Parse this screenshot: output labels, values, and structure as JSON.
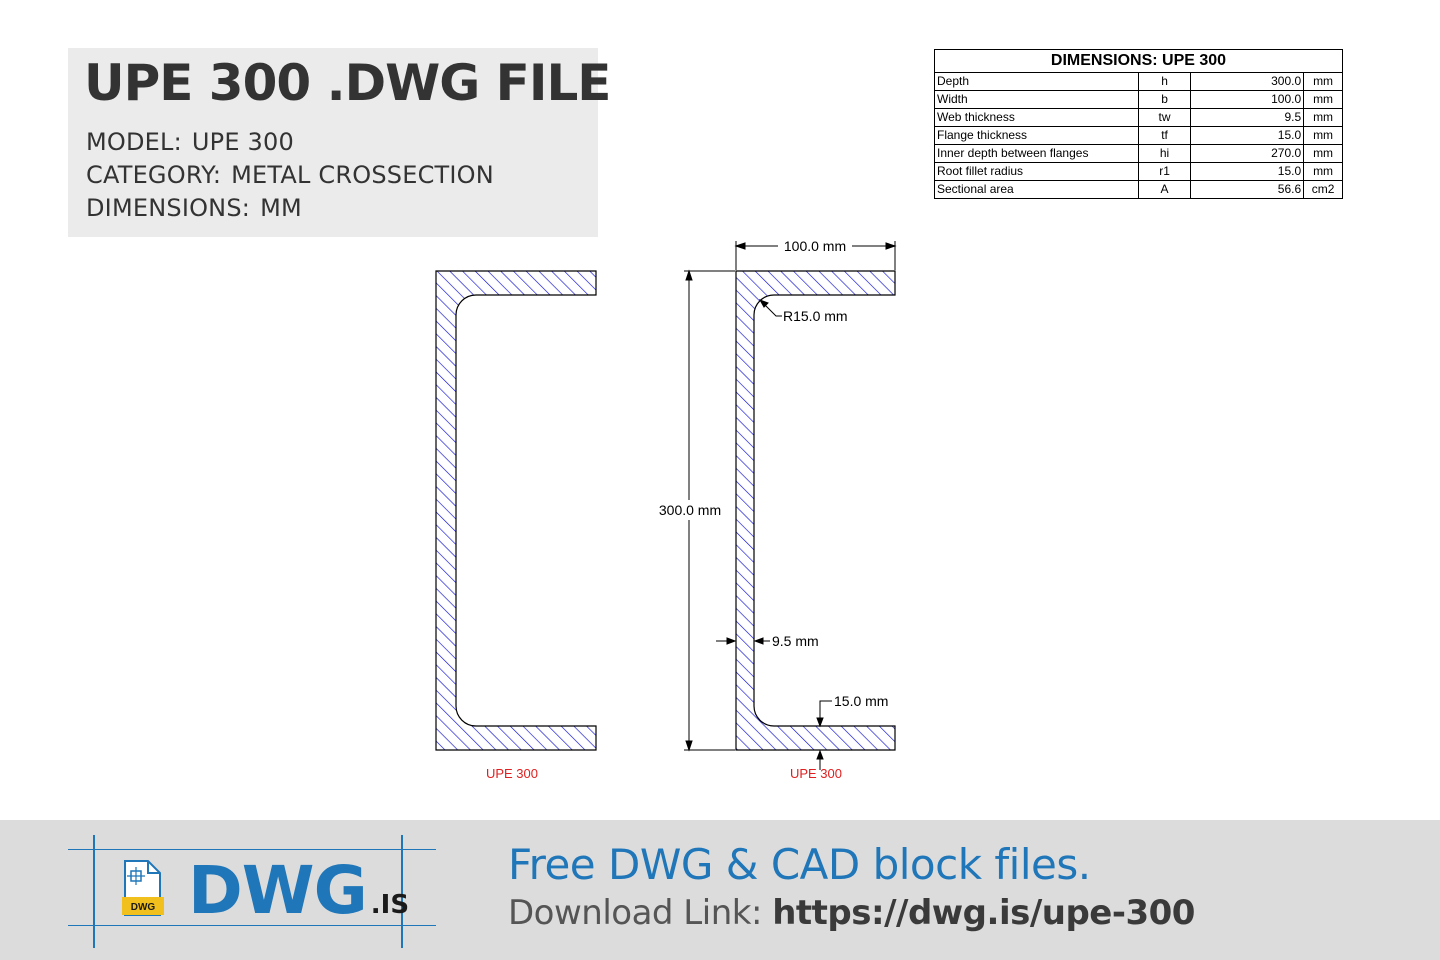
{
  "title_card": {
    "title": "UPE 300 .DWG FILE",
    "model_label": "MODEL:",
    "model_value": "UPE 300",
    "category_label": "CATEGORY:",
    "category_value": "METAL CROSSECTION",
    "dimensions_label": "DIMENSIONS:",
    "dimensions_value": "MM"
  },
  "table": {
    "title": "DIMENSIONS: UPE 300",
    "rows": [
      {
        "name": "Depth",
        "symbol": "h",
        "value": "300.0",
        "unit": "mm"
      },
      {
        "name": "Width",
        "symbol": "b",
        "value": "100.0",
        "unit": "mm"
      },
      {
        "name": "Web thickness",
        "symbol": "tw",
        "value": "9.5",
        "unit": "mm"
      },
      {
        "name": "Flange thickness",
        "symbol": "tf",
        "value": "15.0",
        "unit": "mm"
      },
      {
        "name": "Inner depth between flanges",
        "symbol": "hi",
        "value": "270.0",
        "unit": "mm"
      },
      {
        "name": "Root fillet radius",
        "symbol": "r1",
        "value": "15.0",
        "unit": "mm"
      },
      {
        "name": "Sectional area",
        "symbol": "A",
        "value": "56.6",
        "unit": "cm2"
      }
    ]
  },
  "drawing": {
    "left_label": "UPE 300",
    "right_label": "UPE 300",
    "dim_width": "100.0 mm",
    "dim_height": "300.0 mm",
    "dim_radius": "R15.0 mm",
    "dim_web": "9.5 mm",
    "dim_flange": "15.0 mm",
    "hatch_color": "#1010d0",
    "label_color": "#e02020"
  },
  "footer": {
    "logo_main": "DWG",
    "logo_suffix": ".IS",
    "logo_badge": "DWG",
    "tagline": "Free DWG & CAD block files.",
    "download_label": "Download Link:",
    "download_url": "https://dwg.is/upe-300"
  },
  "colors": {
    "brand_blue": "#1f76b9",
    "badge_yellow": "#f2c01c"
  }
}
